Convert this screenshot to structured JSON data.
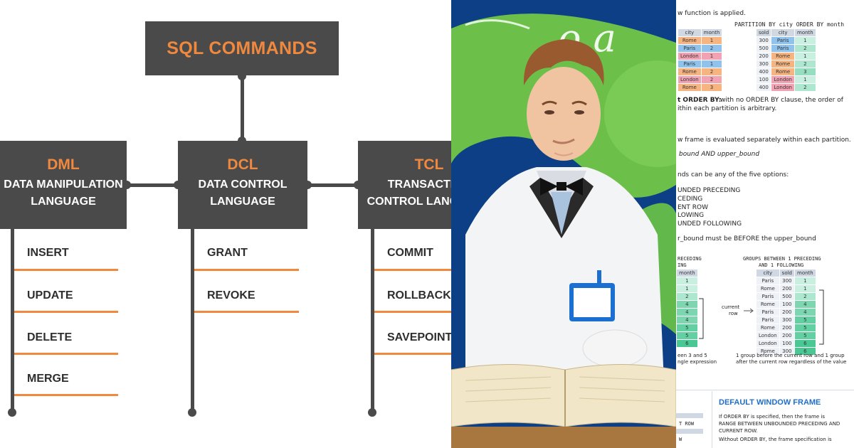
{
  "diagram": {
    "root": "SQL COMMANDS",
    "categories": [
      {
        "abbr": "DML",
        "line1": "DATA MANIPULATION",
        "line2": "LANGUAGE",
        "commands": [
          "INSERT",
          "UPDATE",
          "DELETE",
          "MERGE"
        ]
      },
      {
        "abbr": "DCL",
        "line1": "DATA CONTROL",
        "line2": "LANGUAGE",
        "commands": [
          "GRANT",
          "REVOKE"
        ]
      },
      {
        "abbr": "TCL",
        "line1": "TRANSACTION",
        "line2": "CONTROL LANGUAGE",
        "commands": [
          "COMMIT",
          "ROLLBACK",
          "SAVEPOINT"
        ]
      }
    ]
  },
  "photo": {
    "overlay_text": "o a"
  },
  "doc": {
    "l1": "w function is applied.",
    "partition_caption": "PARTITION BY city ORDER BY month",
    "t1_headers": [
      "city",
      "month"
    ],
    "t1_rows": [
      [
        "Rome",
        "1"
      ],
      [
        "Paris",
        "2"
      ],
      [
        "London",
        "1"
      ],
      [
        "Paris",
        "1"
      ],
      [
        "Rome",
        "2"
      ],
      [
        "London",
        "2"
      ],
      [
        "Rome",
        "3"
      ]
    ],
    "t2_headers": [
      "sold",
      "city",
      "month"
    ],
    "t2_rows": [
      [
        "300",
        "Paris",
        "1"
      ],
      [
        "500",
        "Paris",
        "2"
      ],
      [
        "200",
        "Rome",
        "1"
      ],
      [
        "300",
        "Rome",
        "2"
      ],
      [
        "400",
        "Rome",
        "3"
      ],
      [
        "100",
        "London",
        "1"
      ],
      [
        "400",
        "London",
        "2"
      ]
    ],
    "orderby_bold": "t ORDER BY:",
    "orderby_rest": "with no ORDER BY clause, the order of",
    "orderby_l2": "ithin each partition is arbitrary.",
    "frame_note": "w frame is evaluated separately within each partition.",
    "bound_syntax": "bound AND upper_bound",
    "bounds_intro": "nds can be any of the five options:",
    "opt1": "UNDED PRECEDING",
    "opt2": "CEDING",
    "opt3": "ENT ROW",
    "opt4": "LOWING",
    "opt5": "UNDED FOLLOWING",
    "bound_rule": "r_bound must be BEFORE the upper_bound",
    "preceding_a": "RECEDING",
    "preceding_b": "ING",
    "groups_a": "GROUPS BETWEEN 1 PRECEDING",
    "groups_b": "AND 1 FOLLOWING",
    "t3_header": "month",
    "t3_values": [
      "1",
      "1",
      "2",
      "4",
      "4",
      "4",
      "5",
      "5",
      "6"
    ],
    "t4_headers": [
      "city",
      "sold",
      "month"
    ],
    "t4_rows": [
      [
        "Paris",
        "300",
        "1"
      ],
      [
        "Rome",
        "200",
        "1"
      ],
      [
        "Paris",
        "500",
        "2"
      ],
      [
        "Rome",
        "100",
        "4"
      ],
      [
        "Paris",
        "200",
        "4"
      ],
      [
        "Paris",
        "300",
        "5"
      ],
      [
        "Rome",
        "200",
        "5"
      ],
      [
        "London",
        "200",
        "5"
      ],
      [
        "London",
        "100",
        "6"
      ],
      [
        "Rome",
        "300",
        "6"
      ]
    ],
    "current_row": "current",
    "current_row2": "row",
    "note3a": "een 3 and 5",
    "note3b": "ngle expression",
    "note4a": "1 group before the current row and 1 group",
    "note4b": "after the current row regardless of the value",
    "default_title": "DEFAULT WINDOW FRAME",
    "df1": "If ORDER BY is specified, then the frame is",
    "df2": "RANGE BETWEEN UNBOUNDED PRECEDING AND",
    "df3": "CURRENT ROW.",
    "df4": "Without ORDER BY, the frame specification is",
    "side_a": "T ROW",
    "side_b": "W"
  },
  "colors": {
    "box_fill": "#4a4a4a",
    "accent_orange": "#f0883e",
    "photo_bg": "#0c3f86",
    "photo_green": "#6cc04a",
    "doc_title_blue": "#1f6fc8",
    "rome": "#f6b481",
    "paris": "#8fc3ee",
    "london": "#f2a3b3",
    "green_shade": "#3bc48b"
  }
}
